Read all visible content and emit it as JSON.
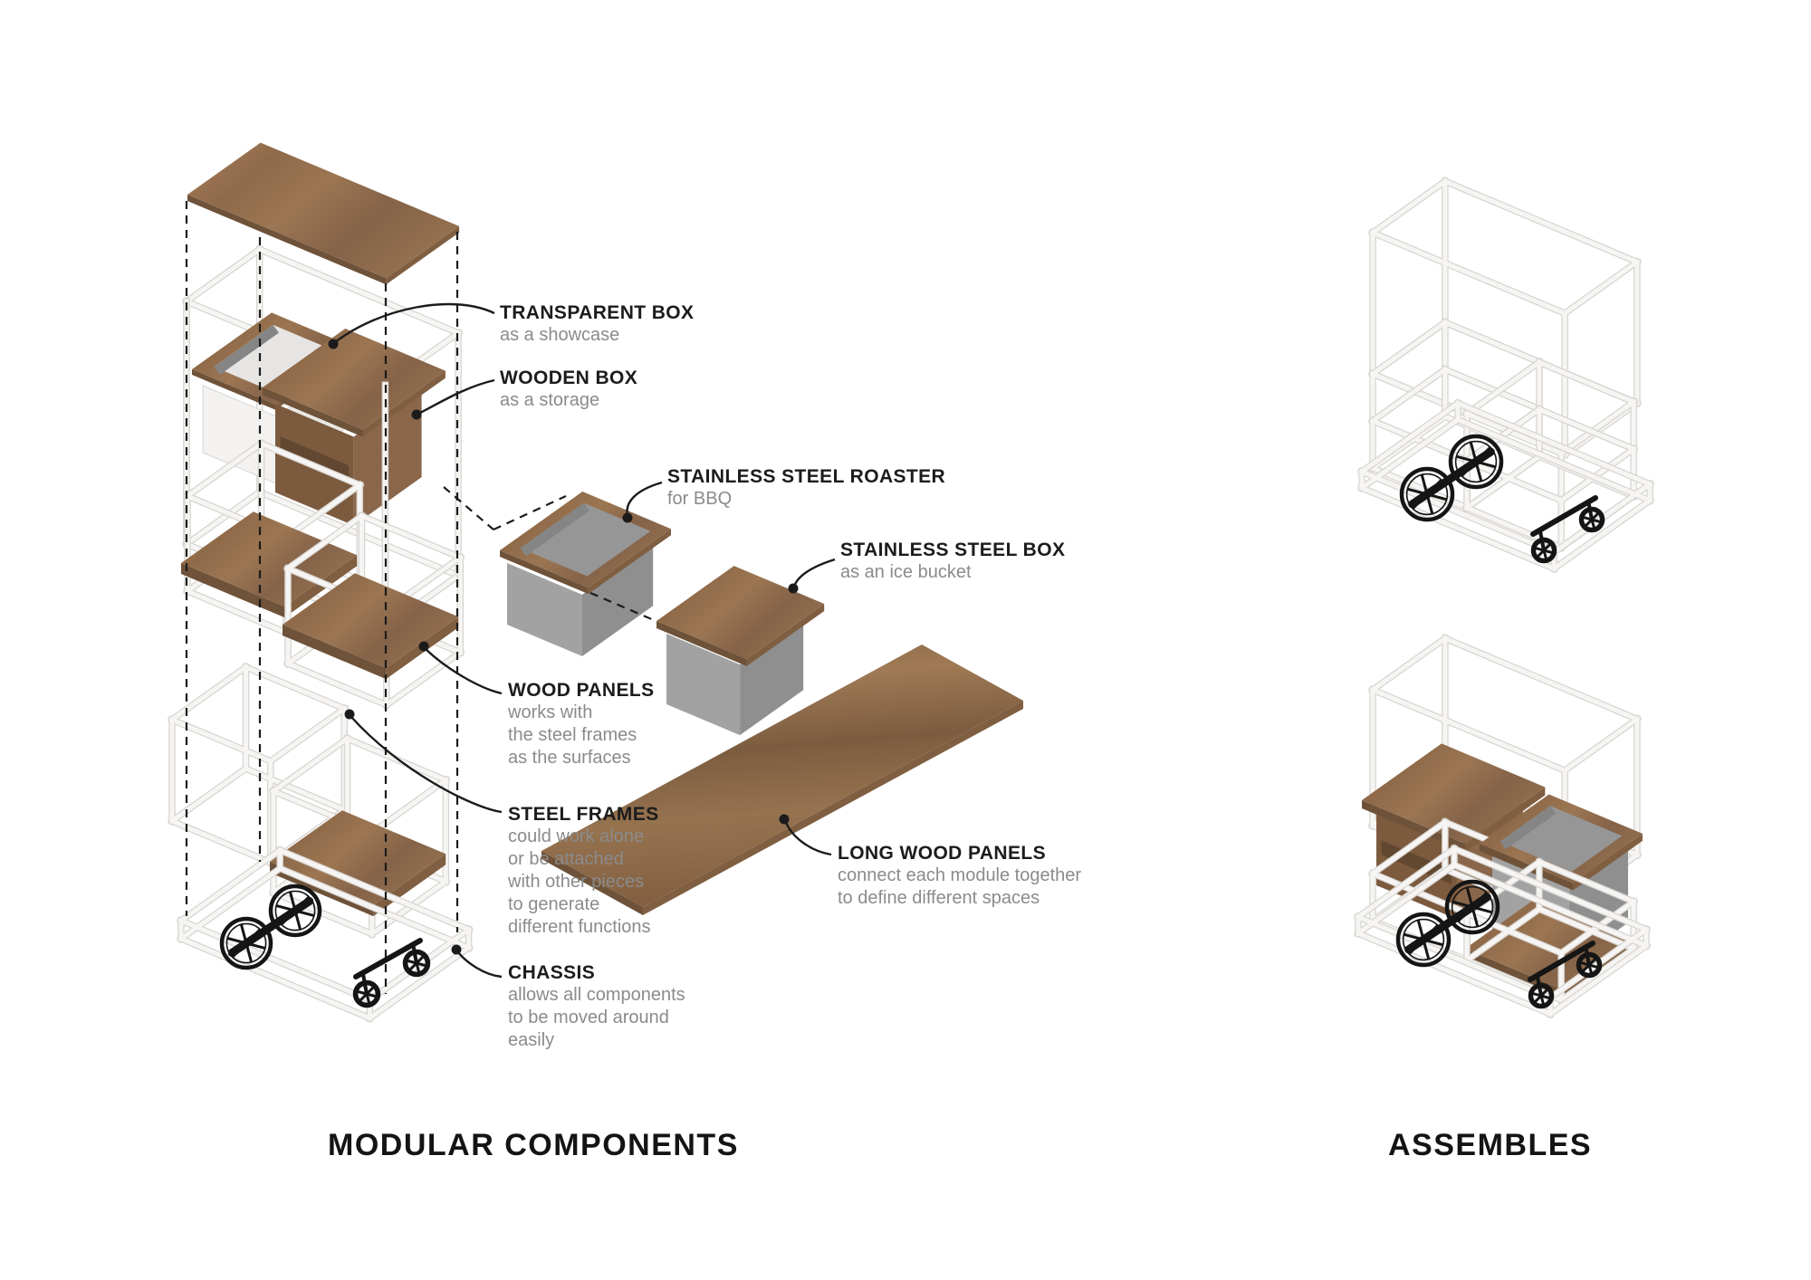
{
  "palette": {
    "background": "#ffffff",
    "line": "#1b1b1b",
    "text_title": "#1c1c1c",
    "text_desc": "#8b8b8b",
    "wood_top": "#96714e",
    "wood_light": "#a8805a",
    "wood_mid": "#8f6a49",
    "wood_dark": "#6e5239",
    "wood_side": "#7f5e41",
    "steel_face": "#f6f5f3",
    "steel_edge": "#d7d5d1",
    "metal_gray_left": "#a2a2a2",
    "metal_gray_right": "#8f8f8f",
    "metal_gray_inner": "#969696",
    "transparent_left": "#f3f2f0",
    "transparent_right": "#e9e8e5",
    "wheel_black": "#151515"
  },
  "sections": {
    "modular_components": {
      "title": "MODULAR COMPONENTS",
      "labels": [
        {
          "id": "transparent-box",
          "title": "TRANSPARENT BOX",
          "desc": [
            "as a showcase"
          ]
        },
        {
          "id": "wooden-box",
          "title": "WOODEN BOX",
          "desc": [
            "as a storage"
          ]
        },
        {
          "id": "stainless-steel-roaster",
          "title": "STAINLESS STEEL ROASTER",
          "desc": [
            "for BBQ"
          ]
        },
        {
          "id": "stainless-steel-box",
          "title": "STAINLESS STEEL BOX",
          "desc": [
            "as an ice bucket"
          ]
        },
        {
          "id": "wood-panels",
          "title": "WOOD PANELS",
          "desc": [
            "works with",
            "the steel frames",
            "as the surfaces"
          ]
        },
        {
          "id": "steel-frames",
          "title": "STEEL FRAMES",
          "desc": [
            "could work alone",
            "or be attached",
            "with other pieces",
            "to generate",
            "different functions"
          ]
        },
        {
          "id": "chassis",
          "title": "CHASSIS",
          "desc": [
            "allows all components",
            "to be moved around",
            "easily"
          ]
        },
        {
          "id": "long-wood-panels",
          "title": "LONG WOOD PANELS",
          "desc": [
            "connect each module together",
            "to define different spaces"
          ]
        }
      ]
    },
    "assembles": {
      "title": "ASSEMBLES"
    }
  }
}
